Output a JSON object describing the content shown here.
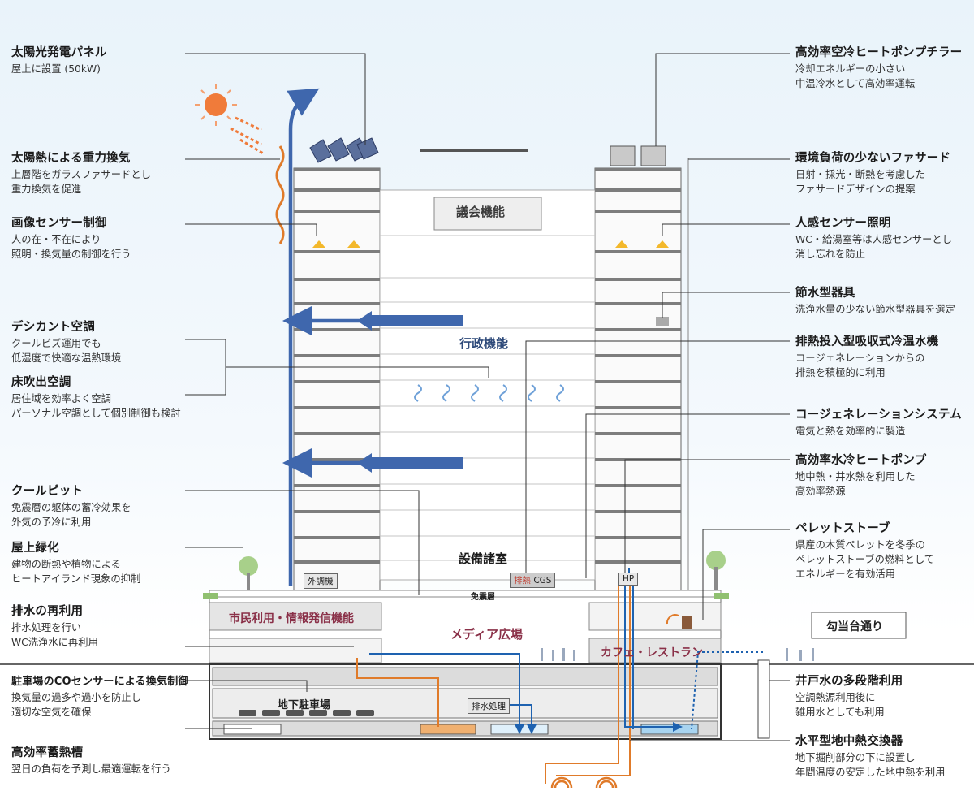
{
  "callouts_left": [
    {
      "id": "solar-panel",
      "title": "太陽光発電パネル",
      "desc": [
        "屋上に設置 (50kW)"
      ]
    },
    {
      "id": "solar-ventilation",
      "title": "太陽熱による重力換気",
      "desc": [
        "上層階をガラスファサードとし",
        "重力換気を促進"
      ]
    },
    {
      "id": "image-sensor",
      "title": "画像センサー制御",
      "desc": [
        "人の在・不在により",
        "照明・換気量の制御を行う"
      ]
    },
    {
      "id": "desiccant",
      "title": "デシカント空調",
      "desc": [
        "クールビズ運用でも",
        "低湿度で快適な温熱環境"
      ]
    },
    {
      "id": "floor-air",
      "title": "床吹出空調",
      "desc": [
        "居住域を効率よく空調",
        "パーソナル空調として個別制御も検討"
      ]
    },
    {
      "id": "cool-pit",
      "title": "クールピット",
      "desc": [
        "免震層の躯体の蓄冷効果を",
        "外気の予冷に利用"
      ]
    },
    {
      "id": "roof-green",
      "title": "屋上緑化",
      "desc": [
        "建物の断熱や植物による",
        "ヒートアイランド現象の抑制"
      ]
    },
    {
      "id": "water-reuse",
      "title": "排水の再利用",
      "desc": [
        "排水処理を行い",
        "WC洗浄水に再利用"
      ]
    },
    {
      "id": "co-sensor",
      "title": "駐車場のCOセンサーによる換気制御",
      "desc": [
        "換気量の過多や過小を防止し",
        "適切な空気を確保"
      ]
    },
    {
      "id": "thermal-storage",
      "title": "高効率蓄熱槽",
      "desc": [
        "翌日の負荷を予測し最適運転を行う"
      ]
    }
  ],
  "callouts_right": [
    {
      "id": "heat-pump-chiller",
      "title": "高効率空冷ヒートポンプチラー",
      "desc": [
        "冷却エネルギーの小さい",
        "中温冷水として高効率運転"
      ]
    },
    {
      "id": "facade",
      "title": "環境負荷の少ないファサード",
      "desc": [
        "日射・採光・断熱を考慮した",
        "ファサードデザインの提案"
      ]
    },
    {
      "id": "motion-sensor",
      "title": "人感センサー照明",
      "desc": [
        "WC・給湯室等は人感センサーとし",
        "消し忘れを防止"
      ]
    },
    {
      "id": "water-saving",
      "title": "節水型器具",
      "desc": [
        "洗浄水量の少ない節水型器具を選定"
      ]
    },
    {
      "id": "absorption-chiller",
      "title": "排熱投入型吸収式冷温水機",
      "desc": [
        "コージェネレーションからの",
        "排熱を積極的に利用"
      ]
    },
    {
      "id": "cogeneration",
      "title": "コージェネレーションシステム",
      "desc": [
        "電気と熱を効率的に製造"
      ]
    },
    {
      "id": "water-heat-pump",
      "title": "高効率水冷ヒートポンプ",
      "desc": [
        "地中熱・井水熱を利用した",
        "高効率熱源"
      ]
    },
    {
      "id": "pellet-stove",
      "title": "ペレットストーブ",
      "desc": [
        "県産の木質ペレットを冬季の",
        "ペレットストーブの燃料として",
        "エネルギーを有効活用"
      ]
    },
    {
      "id": "well-water",
      "title": "井戸水の多段階利用",
      "desc": [
        "空調熱源利用後に",
        "雑用水としても利用"
      ]
    },
    {
      "id": "geothermal",
      "title": "水平型地中熱交換器",
      "desc": [
        "地下掘削部分の下に設置し",
        "年間温度の安定した地中熱を利用"
      ]
    }
  ],
  "building_labels": {
    "assembly": "議会機能",
    "administration": "行政機能",
    "equipment": "設備諸室",
    "seismic": "免震層",
    "civic": "市民利用・情報発信機能",
    "media": "メディア広場",
    "cafe": "カフェ・レストラン",
    "parking": "地下駐車場",
    "street": "勾当台通り"
  },
  "equipment_labels": {
    "outdoor_unit": "外調機",
    "exhaust_heat": "排熱",
    "cgs": "CGS",
    "hp": "HP",
    "drainage": "排水処理"
  },
  "colors": {
    "airflow": "#3f67ad",
    "water_orange": "#e07b2a",
    "water_blue": "#1e62b0",
    "solar": "#f07b3a",
    "label_title": "#1b1b1b",
    "building_label_red": "#8a3048"
  }
}
